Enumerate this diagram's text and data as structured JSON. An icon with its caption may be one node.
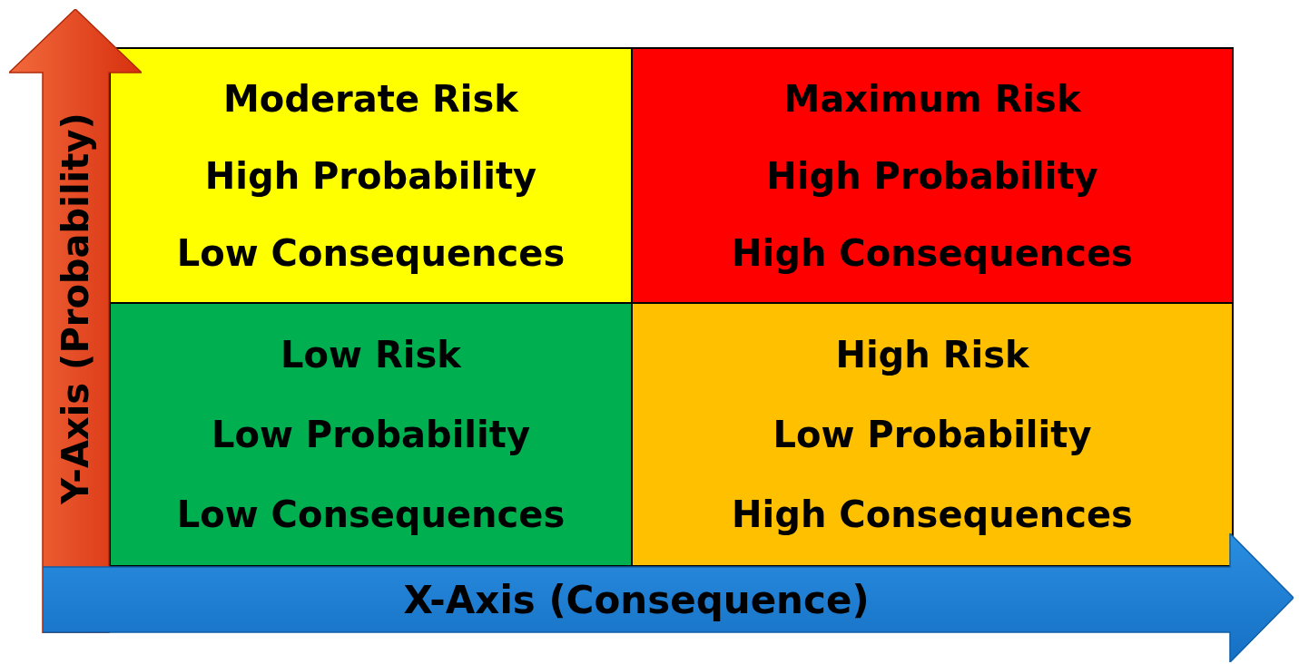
{
  "diagram": {
    "nodes": [
      {
        "text": [
          "Moderate Risk",
          "High Probability",
          "Low Consequences"
        ]
      },
      {
        "text": [
          "Maximum Risk",
          "High Probability",
          "High Consequences"
        ]
      },
      {
        "text": [
          "Low Risk",
          "Low Probability",
          "Low Consequences"
        ]
      },
      {
        "text": [
          "High Risk",
          "Low Probability",
          "High Consequences"
        ]
      },
      {
        "text": [
          "Y-Axis (Probability)"
        ]
      },
      {
        "text": [
          "X-Axis (Consequence)"
        ]
      }
    ]
  }
}
